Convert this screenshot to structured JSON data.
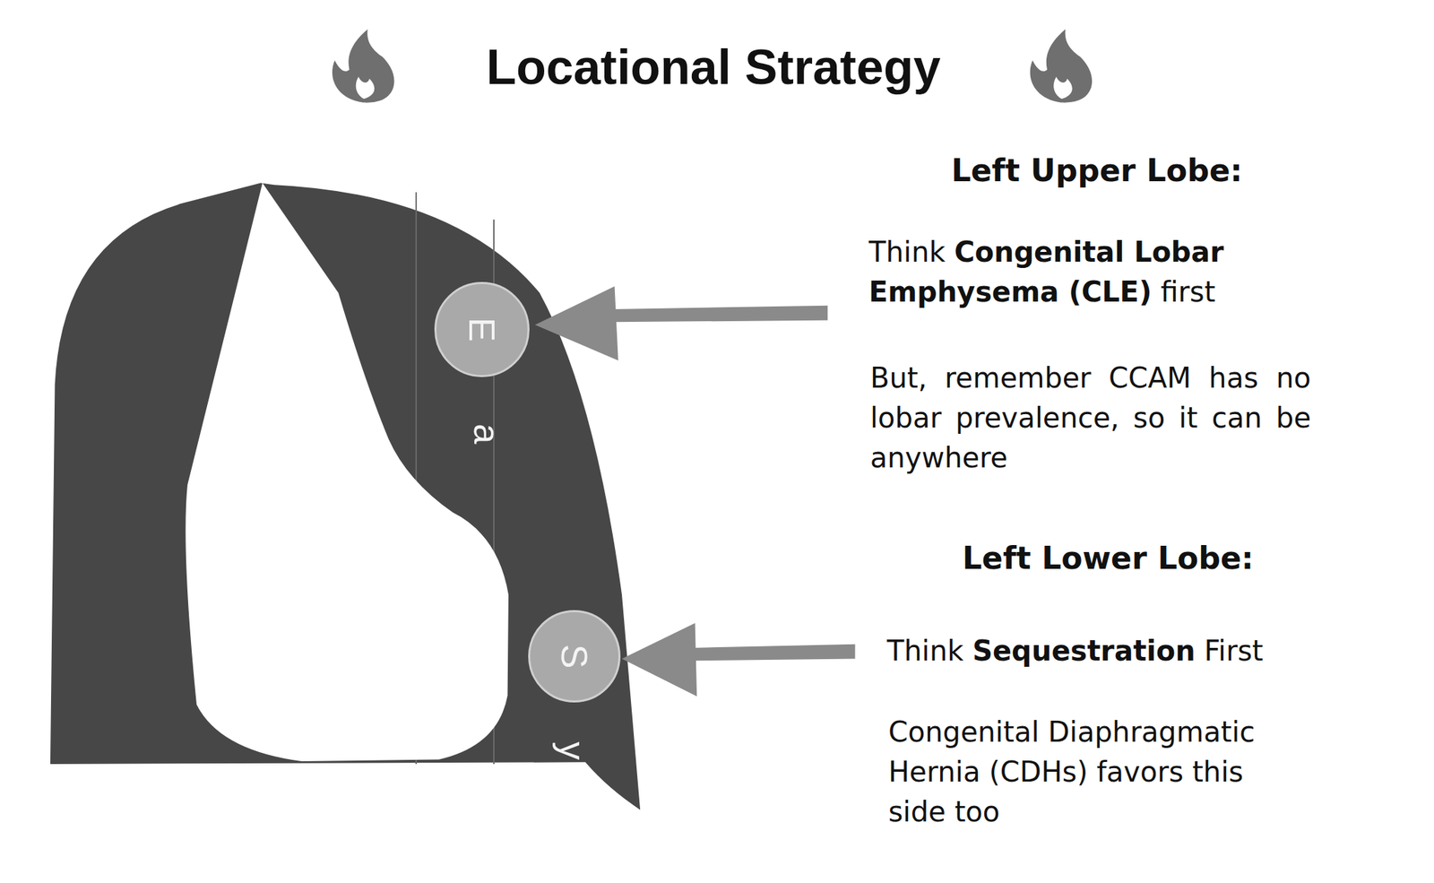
{
  "diagram": {
    "title": "Locational Strategy",
    "nodes": [
      {
        "text": [
          "E"
        ]
      },
      {
        "text": [
          "S"
        ]
      }
    ],
    "labels": [
      "a",
      "y",
      "Left Upper Lobe:",
      "Think",
      "Congenital Lobar Emphysema (CLE)",
      "first",
      "But, remember CCAM has no lobar prevalence, so it can be anywhere",
      "Left Lower Lobe:",
      "Think",
      "Sequestration",
      "First",
      "Congenital Diaphragmatic Hernia (CDHs) favors this side too"
    ]
  }
}
